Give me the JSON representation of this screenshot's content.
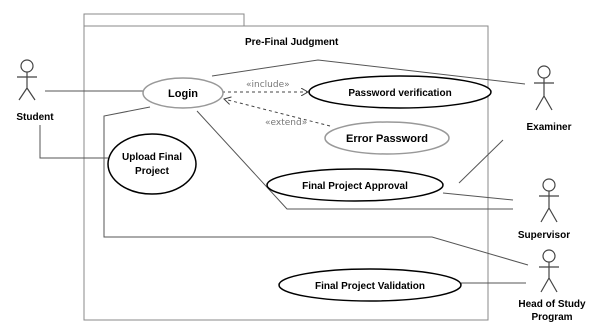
{
  "diagram": {
    "system_boundary": {
      "title": "Pre-Final Judgment"
    },
    "actors": {
      "student": {
        "name": "Student"
      },
      "examiner": {
        "name": "Examiner"
      },
      "supervisor": {
        "name": "Supervisor"
      },
      "head_of_study": {
        "name_line1": "Head of Study",
        "name_line2": "Program"
      }
    },
    "use_cases": {
      "login": {
        "label": "Login"
      },
      "password_verification": {
        "label": "Password verification"
      },
      "error_password": {
        "label": "Error Password"
      },
      "upload_final_project": {
        "label_line1": "Upload Final",
        "label_line2": "Project"
      },
      "final_project_approval": {
        "label": "Final Project Approval"
      },
      "final_project_validation": {
        "label": "Final Project Validation"
      }
    },
    "relations": {
      "include": {
        "label": "«include»"
      },
      "extend": {
        "label": "«extend»"
      }
    }
  }
}
